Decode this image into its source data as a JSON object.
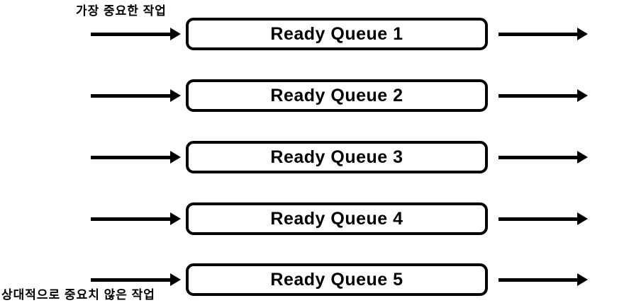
{
  "diagram": {
    "notes": {
      "top": "가장 중요한 작업",
      "bottom": "상대적으로 중요치 않은 작업"
    },
    "queues": [
      {
        "label": "Ready Queue 1"
      },
      {
        "label": "Ready Queue 2"
      },
      {
        "label": "Ready Queue 3"
      },
      {
        "label": "Ready Queue 4"
      },
      {
        "label": "Ready Queue 5"
      }
    ],
    "colors": {
      "foreground": "#000000",
      "background": "#ffffff"
    }
  }
}
